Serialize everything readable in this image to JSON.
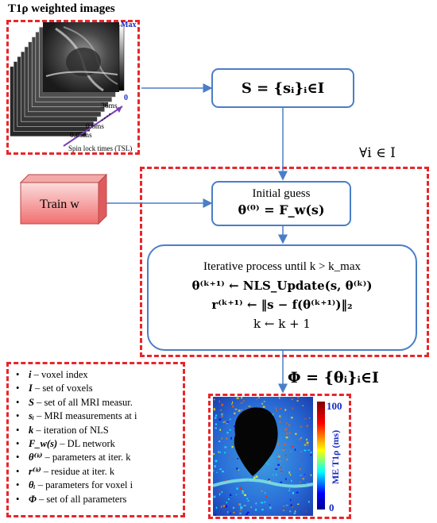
{
  "input": {
    "title": "T1ρ weighted images",
    "colorbar_max": "Max",
    "colorbar_zero": "0",
    "tsl_values": [
      "36ms",
      "0.6ms",
      "0.05ms"
    ],
    "tsl_axis_label": "Spin lock times (TSL)"
  },
  "boxes": {
    "set_s": "S = {sᵢ}ᵢ∈I",
    "forall": "∀i ∈ I",
    "train": "Train w",
    "initial_title": "Initial guess",
    "initial_eq": "θ⁽⁰⁾ = F_w(s)",
    "iter_lines": [
      "Iterative process until k > k_max",
      "θ⁽ᵏ⁺¹⁾ ← NLS_Update(s, θ⁽ᵏ⁾)",
      "r⁽ᵏ⁺¹⁾ ← ‖s − f(θ⁽ᵏ⁺¹⁾)‖₂",
      "k ← k + 1"
    ]
  },
  "output": {
    "phi": "Φ = {θᵢ}ᵢ∈I",
    "colorbar_max": "100",
    "colorbar_min": "0",
    "colorbar_label": "ME T1ρ (ms)"
  },
  "legend": [
    {
      "sym": "i",
      "text": " – voxel index"
    },
    {
      "sym": "I",
      "text": " – set of voxels"
    },
    {
      "sym": "S",
      "text": " – set of all MRI measur."
    },
    {
      "sym": "sᵢ",
      "text": " – MRI measurements at i"
    },
    {
      "sym": "k",
      "text": " – iteration of NLS"
    },
    {
      "sym": "F_w(s)",
      "text": " – DL network"
    },
    {
      "sym": "θ⁽ᵏ⁾",
      "text": " – parameters at iter. k"
    },
    {
      "sym": "r⁽ᵏ⁾",
      "text": " – residue at iter. k"
    },
    {
      "sym": "θᵢ",
      "text": " – parameters for voxel i"
    },
    {
      "sym": "Φ",
      "text": " – set of all parameters"
    }
  ],
  "colors": {
    "dash_red": "#e8262a",
    "flow_blue": "#4a7ec7",
    "train_fill_top": "#fcdcdc",
    "train_fill_bottom": "#f07070",
    "colorbar_label_blue": "#1b2bc4"
  }
}
